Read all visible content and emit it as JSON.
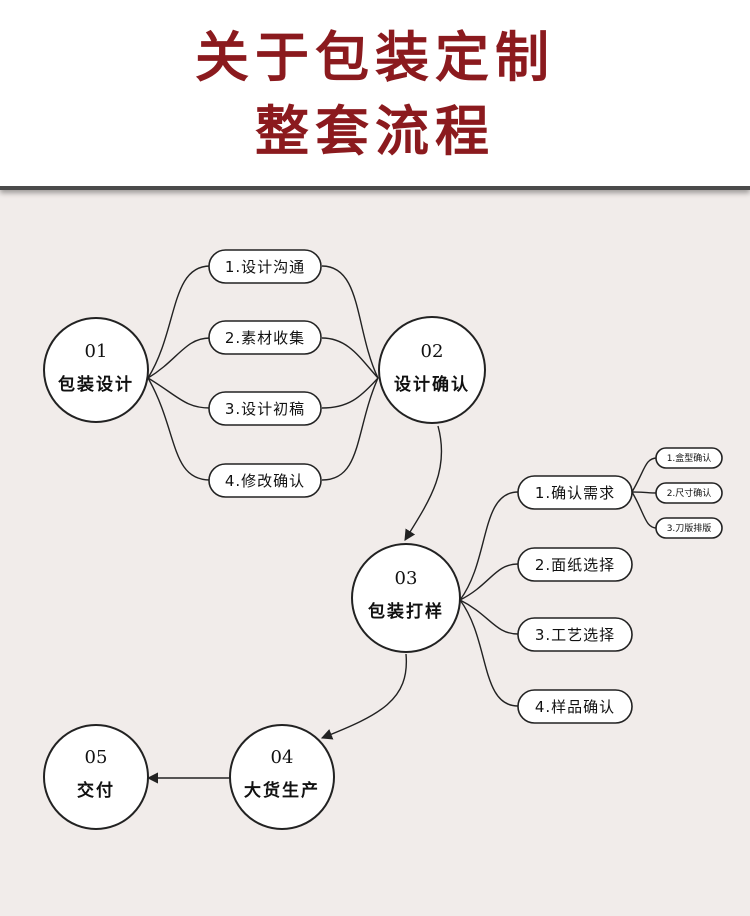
{
  "header": {
    "title_line1": "关于包装定制",
    "title_line2": "整套流程"
  },
  "nodes": {
    "n01": {
      "num": "01",
      "label": "包装设计"
    },
    "n02": {
      "num": "02",
      "label": "设计确认"
    },
    "n03": {
      "num": "03",
      "label": "包装打样"
    },
    "n04": {
      "num": "04",
      "label": "大货生产"
    },
    "n05": {
      "num": "05",
      "label": "交付"
    }
  },
  "design_steps": [
    "1.设计沟通",
    "2.素材收集",
    "3.设计初稿",
    "4.修改确认"
  ],
  "sample_steps": [
    "1.确认需求",
    "2.面纸选择",
    "3.工艺选择",
    "4.样品确认"
  ],
  "confirm_substeps": [
    "1.盒型确认",
    "2.尺寸确认",
    "3.刀版排版"
  ]
}
